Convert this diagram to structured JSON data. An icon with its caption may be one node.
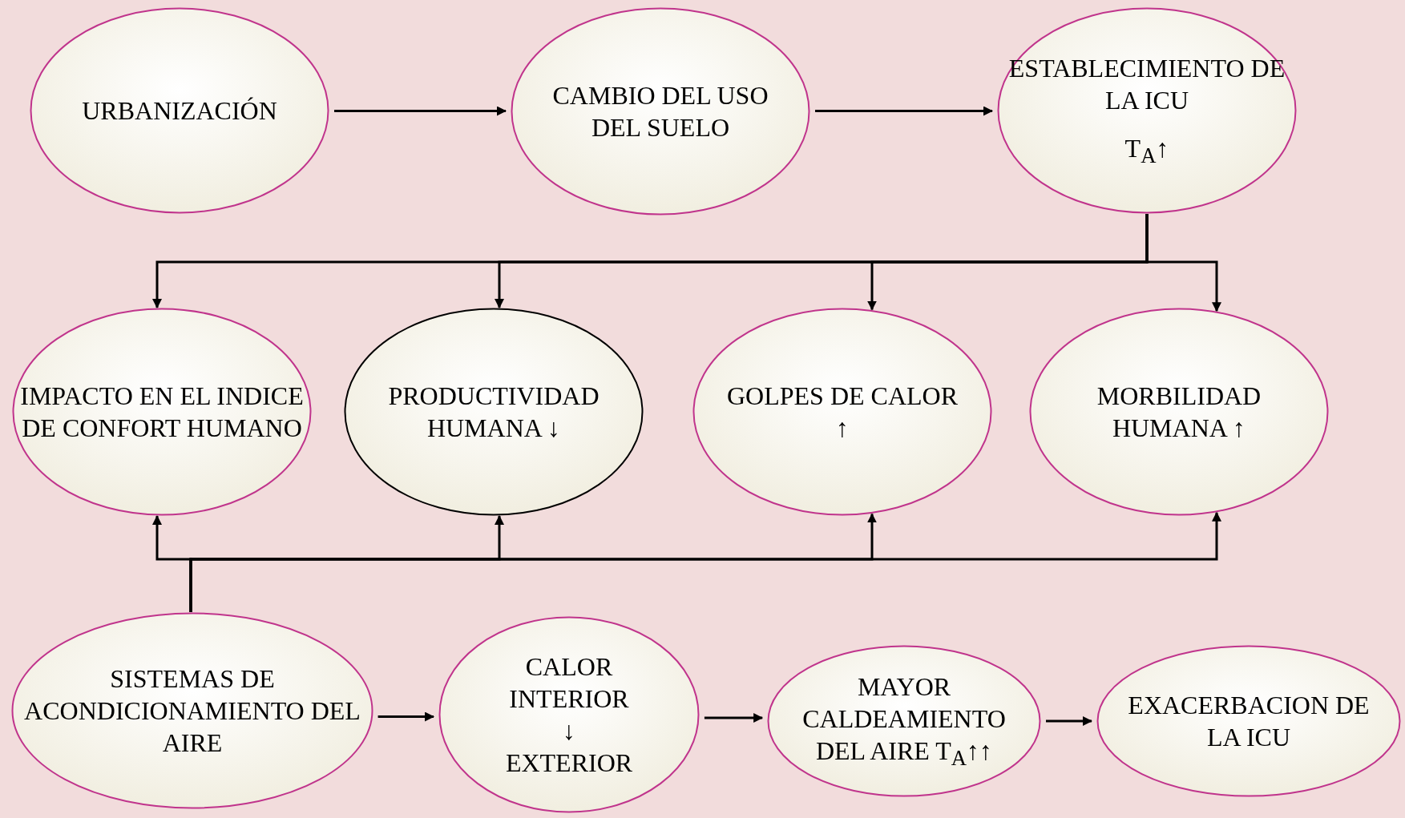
{
  "diagram": {
    "nodes": [
      {
        "text": [
          "URBANIZACIÓN"
        ]
      },
      {
        "text": [
          "CAMBIO DEL USO DEL SUELO"
        ]
      },
      {
        "text": [
          "ESTABLECIMIENTO DE LA ICU",
          "T$_{A}$↑"
        ]
      },
      {
        "text": [
          "IMPACTO EN EL INDICE DE CONFORT HUMANO"
        ]
      },
      {
        "text": [
          "PRODUCTIVIDAD HUMANA ↓"
        ]
      },
      {
        "text": [
          "GOLPES DE CALOR ↑"
        ]
      },
      {
        "text": [
          "MORBILIDAD HUMANA ↑"
        ]
      },
      {
        "text": [
          "SISTEMAS DE ACONDICIONAMIENTO DEL AIRE"
        ]
      },
      {
        "text": [
          "CALOR INTERIOR",
          "↓",
          "EXTERIOR"
        ]
      },
      {
        "text": [
          "MAYOR CALDEAMIENTO DEL AIRE T$_{A}$↑↑"
        ]
      },
      {
        "text": [
          "EXACERBACION DE LA ICU"
        ]
      }
    ],
    "edges": [
      {
        "from": 0,
        "to": 1,
        "arrow": "to"
      },
      {
        "from": 1,
        "to": 2,
        "arrow": "to"
      },
      {
        "from": 2,
        "to": 3,
        "arrow": "to"
      },
      {
        "from": 2,
        "to": 4,
        "arrow": "to"
      },
      {
        "from": 2,
        "to": 5,
        "arrow": "to"
      },
      {
        "from": 2,
        "to": 6,
        "arrow": "to"
      },
      {
        "from": 7,
        "to": 3,
        "arrow": "to"
      },
      {
        "from": 7,
        "to": 4,
        "arrow": "to"
      },
      {
        "from": 7,
        "to": 5,
        "arrow": "to"
      },
      {
        "from": 7,
        "to": 6,
        "arrow": "to"
      },
      {
        "from": 7,
        "to": 8,
        "arrow": "to"
      },
      {
        "from": 8,
        "to": 9,
        "arrow": "to"
      },
      {
        "from": 9,
        "to": 10,
        "arrow": "to"
      }
    ]
  }
}
